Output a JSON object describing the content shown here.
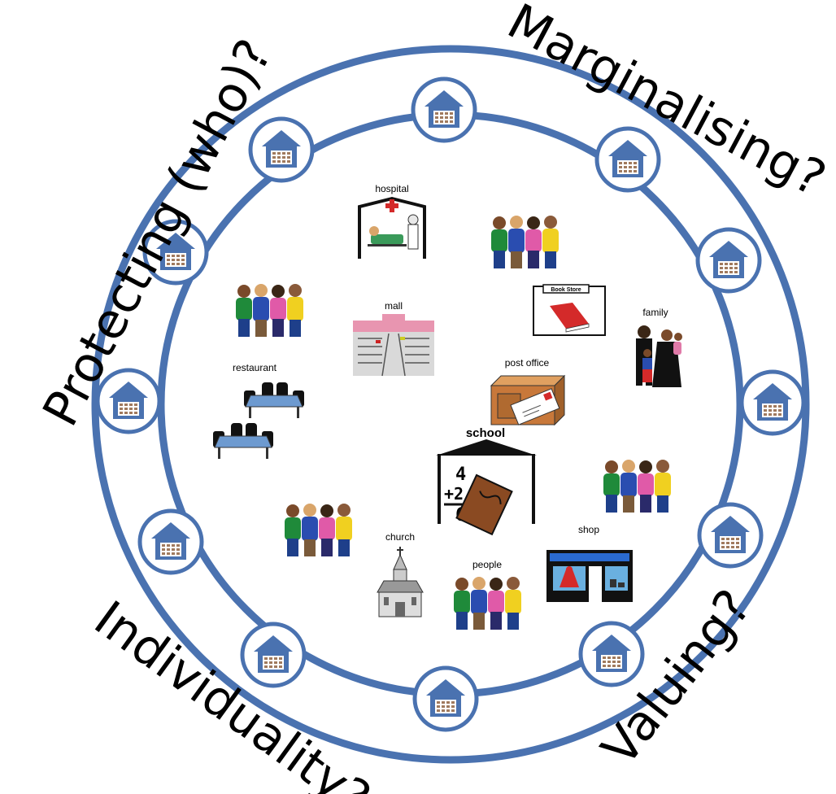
{
  "diagram": {
    "corner_labels": {
      "top_left": "Protecting (who)?",
      "top_right": "Marginalising?",
      "bottom_left": "Individuality?",
      "bottom_right": "Valuing?"
    },
    "place_labels": {
      "hospital": "hospital",
      "mall": "mall",
      "restaurant": "restaurant",
      "book_store": "Book Store",
      "family": "family",
      "post_office": "post office",
      "school": "school",
      "school_math_top": "4",
      "school_math_mid": "+2",
      "school_math_bottom": "6",
      "church": "church",
      "people": "people",
      "shop": "shop"
    },
    "colors": {
      "ring": "#4a72b0",
      "house": "#4a72b0",
      "house_inner": "#a07a5e"
    },
    "icons": {
      "ring_house": "house-icon",
      "group": "people-group-icon"
    }
  }
}
